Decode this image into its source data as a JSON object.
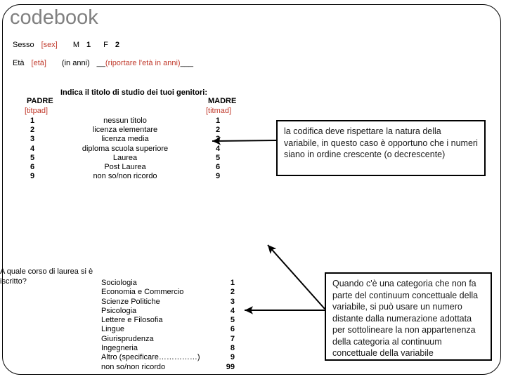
{
  "slide": {
    "title": "codebook",
    "title_color": "#808080",
    "frame_color": "#000000",
    "code_color": "#c0392b"
  },
  "questions": {
    "sesso": {
      "label": "Sesso",
      "code": "[sex]",
      "option_m_label": "M",
      "option_m_value": "1",
      "option_f_label": "F",
      "option_f_value": "2"
    },
    "eta": {
      "label": "Età",
      "code": "[età]",
      "unit": "(in anni)",
      "blank_before": "__",
      "instruction": "(riportare l'età in anni)",
      "blank_after": "___"
    }
  },
  "parents": {
    "heading": "Indica il titolo di studio dei tuoi genitori:",
    "father_header": "PADRE",
    "father_code": "[titpad]",
    "mother_header": "MADRE",
    "mother_code": "[titmad]",
    "rows": [
      {
        "father": "1",
        "label": "nessun titolo",
        "mother": "1"
      },
      {
        "father": "2",
        "label": "licenza elementare",
        "mother": "2"
      },
      {
        "father": "3",
        "label": "licenza media",
        "mother": "3"
      },
      {
        "father": "4",
        "label": "diploma scuola superiore",
        "mother": "4"
      },
      {
        "father": "5",
        "label": "Laurea",
        "mother": "5"
      },
      {
        "father": "6",
        "label": "Post Laurea",
        "mother": "6"
      },
      {
        "father": "9",
        "label": "non so/non ricordo",
        "mother": "9"
      }
    ]
  },
  "degree": {
    "question": "A quale corso di laurea si è iscritto?",
    "rows": [
      {
        "label": "Sociologia",
        "value": "1"
      },
      {
        "label": "Economia e Commercio",
        "value": "2"
      },
      {
        "label": "Scienze Politiche",
        "value": "3"
      },
      {
        "label": "Psicologia",
        "value": "4"
      },
      {
        "label": "Lettere e Filosofia",
        "value": "5"
      },
      {
        "label": "Lingue",
        "value": "6"
      },
      {
        "label": "Giurisprudenza",
        "value": "7"
      },
      {
        "label": "Ingegneria",
        "value": "8"
      },
      {
        "label": "Altro (specificare……………)",
        "value": "9"
      },
      {
        "label": "non so/non ricordo",
        "value": "99"
      }
    ]
  },
  "callouts": {
    "coding_order": "la codifica deve rispettare la natura della variabile, in questo caso è opportuno che i numeri siano in ordine crescente (o decrescente)",
    "outside_continuum": "Quando c'è una categoria che non fa parte del continuum concettuale della variabile, si può usare un numero distante dalla numerazione adottata  per sottolineare la non appartenenza della categoria al continuum concettuale della variabile"
  }
}
